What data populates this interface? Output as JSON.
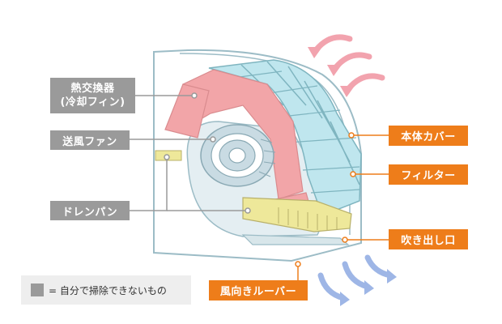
{
  "labels": {
    "heat_exchanger": [
      "熱交換器",
      "(冷却フィン)"
    ],
    "fan": "送風ファン",
    "drain_pan": "ドレンパン",
    "body_cover": "本体カバー",
    "filter": "フィルター",
    "outlet": "吹き出し口",
    "louver": "風向きルーバー"
  },
  "legend": {
    "text": "= 自分で掃除できないもの"
  },
  "colors": {
    "gray_label": "#9a9a9a",
    "orange_label": "#ee7d1a",
    "heat_exchanger": "#f2a5a8",
    "filter": "#bfe6ee",
    "drain_pan": "#eee89a",
    "fan": "#c9dbe3",
    "body_outline": "#9cbcc6",
    "air_in_arrow": "#f2a3ae",
    "air_out_arrow": "#9eb6e6"
  }
}
